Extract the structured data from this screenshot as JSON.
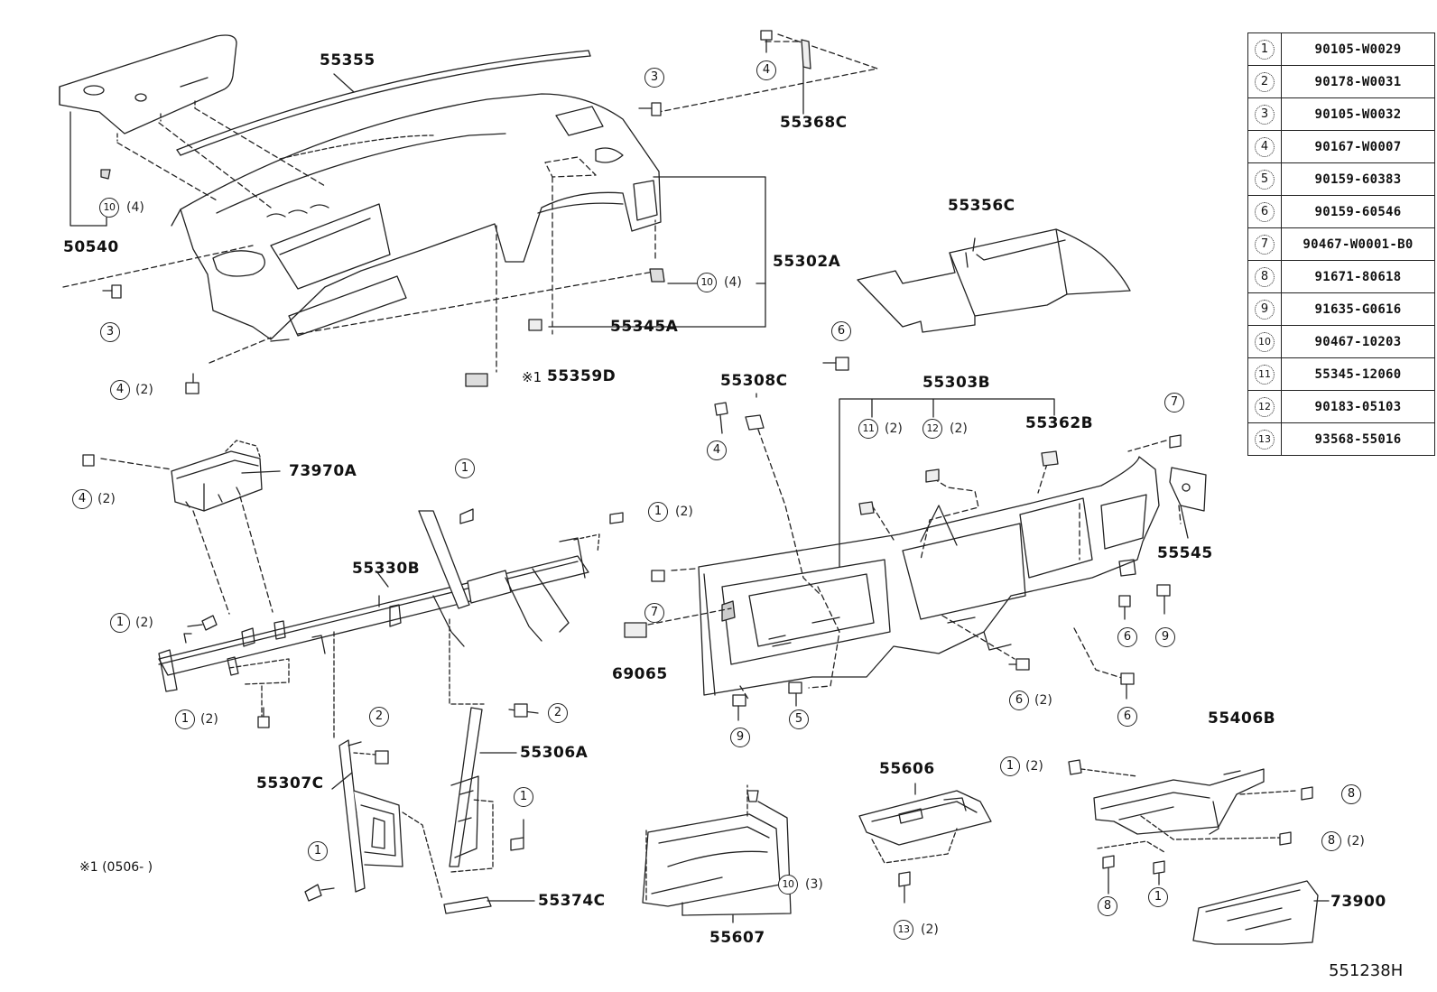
{
  "diagram_id": "551238H",
  "footnote": "※1 (0506-       )",
  "legend": [
    {
      "n": "1",
      "part": "90105-W0029"
    },
    {
      "n": "2",
      "part": "90178-W0031"
    },
    {
      "n": "3",
      "part": "90105-W0032"
    },
    {
      "n": "4",
      "part": "90167-W0007"
    },
    {
      "n": "5",
      "part": "90159-60383"
    },
    {
      "n": "6",
      "part": "90159-60546"
    },
    {
      "n": "7",
      "part": "90467-W0001-B0"
    },
    {
      "n": "8",
      "part": "91671-80618"
    },
    {
      "n": "9",
      "part": "91635-G0616"
    },
    {
      "n": "10",
      "part": "90467-10203"
    },
    {
      "n": "11",
      "part": "55345-12060"
    },
    {
      "n": "12",
      "part": "90183-05103"
    },
    {
      "n": "13",
      "part": "93568-55016"
    }
  ],
  "part_labels": {
    "p55355": "55355",
    "p55368C": "55368C",
    "p50540": "50540",
    "p55302A": "55302A",
    "p55345A": "55345A",
    "p55359D": "55359D",
    "p55359D_mark": "※1",
    "p55356C": "55356C",
    "p73970A": "73970A",
    "p55308C": "55308C",
    "p55303B": "55303B",
    "p55362B": "55362B",
    "p55545": "55545",
    "p55330B": "55330B",
    "p69065": "69065",
    "p55306A": "55306A",
    "p55307C": "55307C",
    "p55374C": "55374C",
    "p55606": "55606",
    "p55607": "55607",
    "p55406B": "55406B",
    "p73900": "73900"
  },
  "callouts": [
    {
      "n": "4",
      "qty": ""
    },
    {
      "n": "3",
      "qty": ""
    },
    {
      "n": "10",
      "qty": "(4)"
    },
    {
      "n": "3",
      "qty": ""
    },
    {
      "n": "10",
      "qty": "(4)"
    },
    {
      "n": "4",
      "qty": "(2)"
    },
    {
      "n": "6",
      "qty": ""
    },
    {
      "n": "4",
      "qty": "(2)"
    },
    {
      "n": "4",
      "qty": ""
    },
    {
      "n": "11",
      "qty": "(2)"
    },
    {
      "n": "12",
      "qty": "(2)"
    },
    {
      "n": "7",
      "qty": ""
    },
    {
      "n": "1",
      "qty": ""
    },
    {
      "n": "1",
      "qty": "(2)"
    },
    {
      "n": "1",
      "qty": "(2)"
    },
    {
      "n": "7",
      "qty": ""
    },
    {
      "n": "6",
      "qty": ""
    },
    {
      "n": "9",
      "qty": ""
    },
    {
      "n": "1",
      "qty": "(2)"
    },
    {
      "n": "2",
      "qty": ""
    },
    {
      "n": "2",
      "qty": ""
    },
    {
      "n": "9",
      "qty": ""
    },
    {
      "n": "5",
      "qty": ""
    },
    {
      "n": "6",
      "qty": "(2)"
    },
    {
      "n": "6",
      "qty": ""
    },
    {
      "n": "1",
      "qty": ""
    },
    {
      "n": "1",
      "qty": ""
    },
    {
      "n": "10",
      "qty": "(3)"
    },
    {
      "n": "1",
      "qty": "(2)"
    },
    {
      "n": "8",
      "qty": ""
    },
    {
      "n": "8",
      "qty": "(2)"
    },
    {
      "n": "8",
      "qty": ""
    },
    {
      "n": "1",
      "qty": ""
    },
    {
      "n": "13",
      "qty": "(2)"
    }
  ]
}
